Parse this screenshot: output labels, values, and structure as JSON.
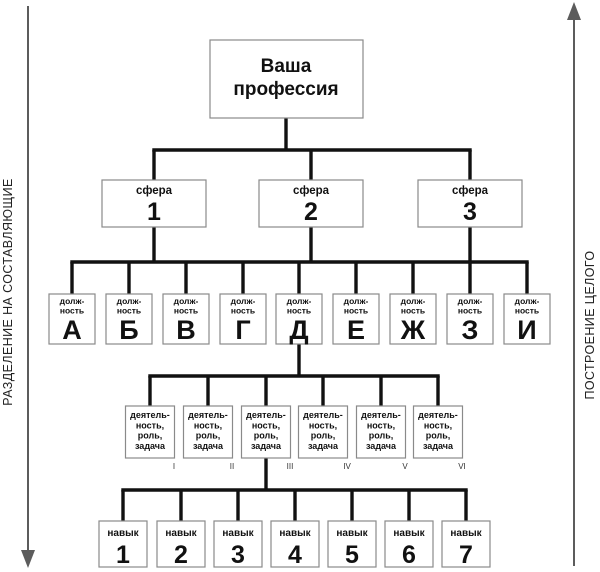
{
  "root": {
    "line1": "Ваша",
    "line2": "профессия"
  },
  "spheres": [
    {
      "label": "сфера",
      "num": "1"
    },
    {
      "label": "сфера",
      "num": "2"
    },
    {
      "label": "сфера",
      "num": "3"
    }
  ],
  "positions": [
    {
      "label": "долж-\nность",
      "letter": "А"
    },
    {
      "label": "долж-\nность",
      "letter": "Б"
    },
    {
      "label": "долж-\nность",
      "letter": "В"
    },
    {
      "label": "долж-\nность",
      "letter": "Г"
    },
    {
      "label": "долж-\nность",
      "letter": "Д"
    },
    {
      "label": "долж-\nность",
      "letter": "Е"
    },
    {
      "label": "долж-\nность",
      "letter": "Ж"
    },
    {
      "label": "долж-\nность",
      "letter": "З"
    },
    {
      "label": "долж-\nность",
      "letter": "И"
    }
  ],
  "activities": [
    {
      "lines": [
        "деятель-",
        "ность,",
        "роль,",
        "задача"
      ],
      "roman": "I"
    },
    {
      "lines": [
        "деятель-",
        "ность,",
        "роль,",
        "задача"
      ],
      "roman": "II"
    },
    {
      "lines": [
        "деятель-",
        "ность,",
        "роль,",
        "задача"
      ],
      "roman": "III"
    },
    {
      "lines": [
        "деятель-",
        "ность,",
        "роль,",
        "задача"
      ],
      "roman": "IV"
    },
    {
      "lines": [
        "деятель-",
        "ность,",
        "роль,",
        "задача"
      ],
      "roman": "V"
    },
    {
      "lines": [
        "деятель-",
        "ность,",
        "роль,",
        "задача"
      ],
      "roman": "VI"
    }
  ],
  "skills": [
    {
      "label": "навык",
      "num": "1"
    },
    {
      "label": "навык",
      "num": "2"
    },
    {
      "label": "навык",
      "num": "3"
    },
    {
      "label": "навык",
      "num": "4"
    },
    {
      "label": "навык",
      "num": "5"
    },
    {
      "label": "навык",
      "num": "6"
    },
    {
      "label": "навык",
      "num": "7"
    }
  ],
  "left_arrow_label": "РАЗДЕЛЕНИЕ НА СОСТАВЛЯЮЩИЕ",
  "right_arrow_label": "ПОСТРОЕНИЕ ЦЕЛОГО"
}
